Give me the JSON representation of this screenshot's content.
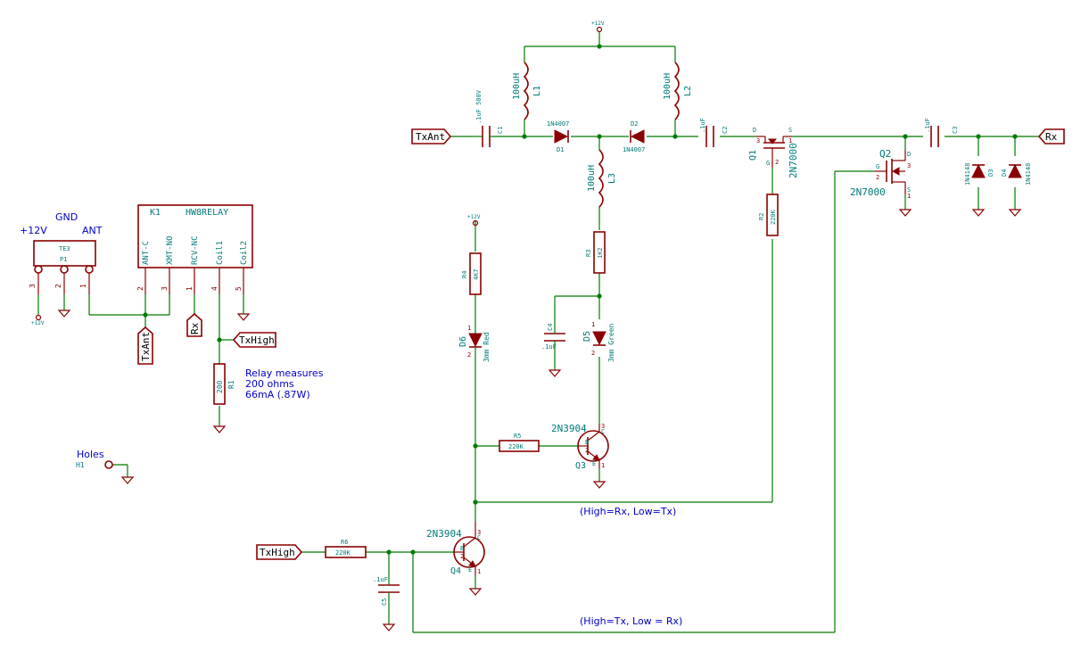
{
  "power": {
    "p12v": "+12V"
  },
  "connector": {
    "ref": "P1",
    "value": "TE3",
    "labels": {
      "p12v": "+12V",
      "gnd": "GND",
      "ant": "ANT"
    },
    "pins": [
      "3",
      "2",
      "1"
    ]
  },
  "relay": {
    "ref": "K1",
    "value": "HW8RELAY",
    "pins": [
      "ANT-C",
      "XMT-NO",
      "RCV-NC",
      "Coil1",
      "Coil2"
    ],
    "pin_numbers": [
      "2",
      "3",
      "1",
      "4",
      "5"
    ]
  },
  "note": {
    "line1": "Relay measures",
    "line2": "200 ohms",
    "line3": "66mA (.87W)"
  },
  "holes": {
    "label": "Holes",
    "ref": "H1"
  },
  "netlabels": {
    "txant": "TxAnt",
    "rx": "Rx",
    "txhigh": "TxHigh"
  },
  "components": {
    "c1": {
      "ref": "C1",
      "value": ".1uF 500V"
    },
    "c2": {
      "ref": "C2",
      "value": ".1uF"
    },
    "c3": {
      "ref": "C3",
      "value": ".1uF"
    },
    "c4": {
      "ref": "C4",
      "value": ".1uF"
    },
    "c5": {
      "ref": "C5",
      "value": ".1uF"
    },
    "l1": {
      "ref": "L1",
      "value": "100uH"
    },
    "l2": {
      "ref": "L2",
      "value": "100uH"
    },
    "l3": {
      "ref": "L3",
      "value": "100uH"
    },
    "d1": {
      "ref": "D1",
      "value": "1N4007"
    },
    "d2": {
      "ref": "D2",
      "value": "1N4007"
    },
    "d3": {
      "ref": "D3",
      "value": "1N4148"
    },
    "d4": {
      "ref": "D4",
      "value": "1N4148"
    },
    "d5": {
      "ref": "D5",
      "value": "3mm Green"
    },
    "d6": {
      "ref": "D6",
      "value": "3mm Red"
    },
    "r1": {
      "ref": "R1",
      "value": "200"
    },
    "r2": {
      "ref": "R2",
      "value": "220K"
    },
    "r3": {
      "ref": "R3",
      "value": "1K2"
    },
    "r4": {
      "ref": "R4",
      "value": "4K7"
    },
    "r5": {
      "ref": "R5",
      "value": "220K"
    },
    "r6": {
      "ref": "R6",
      "value": "220K"
    },
    "q1": {
      "ref": "Q1",
      "value": "2N7000"
    },
    "q2": {
      "ref": "Q2",
      "value": "2N7000"
    },
    "q3": {
      "ref": "Q3",
      "value": "2N3904"
    },
    "q4": {
      "ref": "Q4",
      "value": "2N3904"
    }
  },
  "pinletters": {
    "d": "D",
    "s": "S",
    "g": "G",
    "b": "B",
    "c": "C",
    "e": "E"
  },
  "pinnums": {
    "n1": "1",
    "n2": "2",
    "n3": "3"
  },
  "comments": {
    "rx_note": "(High=Rx, Low=Tx)",
    "tx_note": "(High=Tx, Low = Rx)"
  }
}
